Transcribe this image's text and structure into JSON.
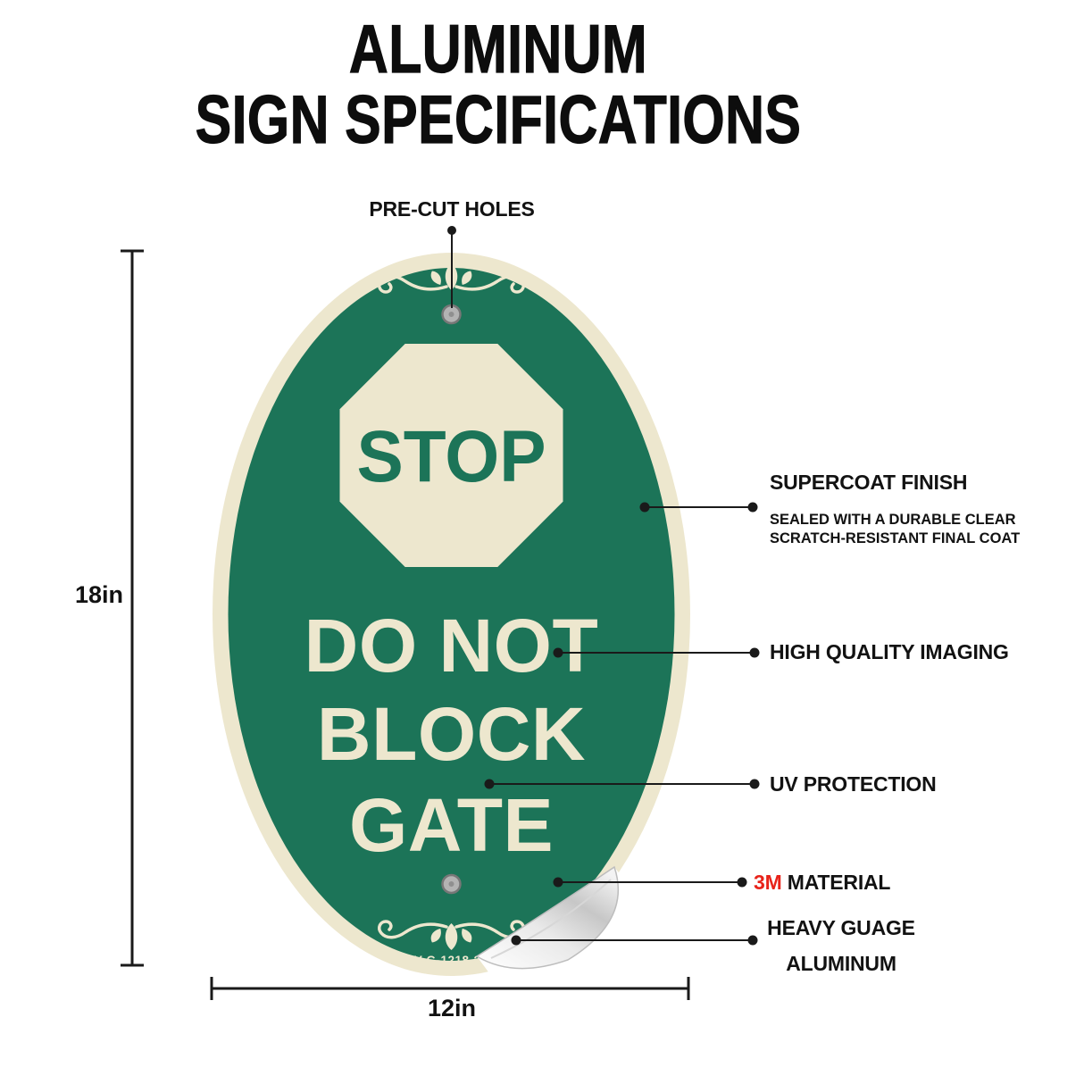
{
  "title": {
    "line1": "ALUMINUM",
    "line2": "SIGN SPECIFICATIONS"
  },
  "dimensions": {
    "height_label": "18in",
    "width_label": "12in"
  },
  "callouts": {
    "precut": {
      "label": "PRE-CUT HOLES"
    },
    "supercoat": {
      "label": "SUPERCOAT FINISH",
      "sub1": "SEALED WITH A DURABLE CLEAR",
      "sub2": "SCRATCH-RESISTANT FINAL COAT"
    },
    "imaging": {
      "label": "HIGH QUALITY IMAGING"
    },
    "uv": {
      "label": "UV PROTECTION"
    },
    "material": {
      "brand": "3M",
      "label": "MATERIAL",
      "brand_color": "#e8231a"
    },
    "aluminum": {
      "line1": "HEAVY GUAGE",
      "line2": "ALUMINUM"
    }
  },
  "sign": {
    "stop": "STOP",
    "line1": "DO NOT",
    "line2": "BLOCK",
    "line3": "GATE",
    "sku": "A-OV-G-1218-22",
    "colors": {
      "green": "#1C7458",
      "cream": "#EDE7CE",
      "hole_gray": "#B3B3B3",
      "line_black": "#1a1a1a"
    }
  }
}
